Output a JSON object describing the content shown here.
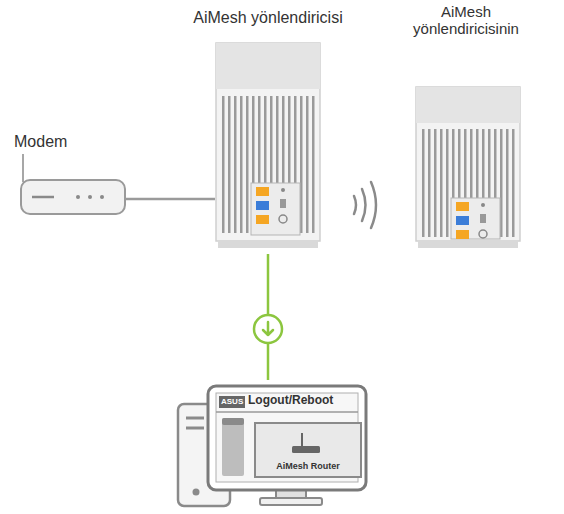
{
  "diagram": {
    "nodes": [
      {
        "text": [
          "Modem"
        ]
      },
      {
        "text": [
          "AiMesh yönlendiricisi"
        ]
      },
      {
        "text": [
          "AiMesh yönlendiricisinin"
        ]
      },
      {
        "text": [
          "ASUS",
          "Logout/Reboot"
        ]
      },
      {
        "text": [
          "AiMesh Router"
        ],
        "in": 3
      }
    ],
    "edges": [
      {
        "from": 0,
        "to": 1,
        "arrow": "none"
      },
      {
        "from": 1,
        "to": 3,
        "arrow": "to"
      }
    ]
  }
}
